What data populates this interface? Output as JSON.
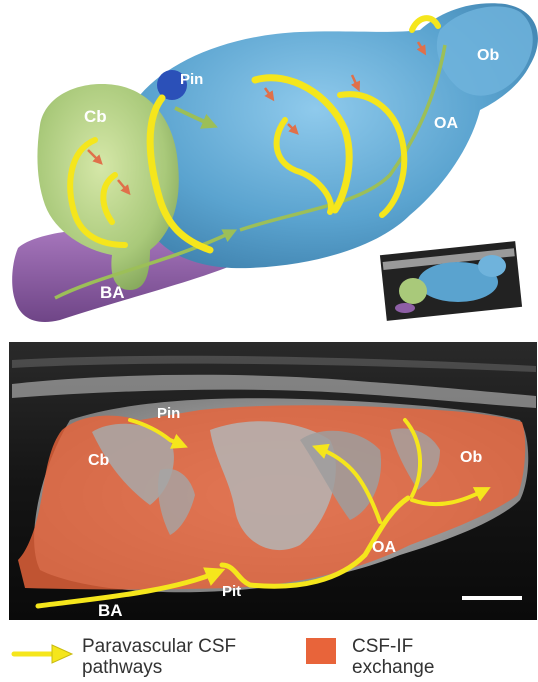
{
  "top_panel": {
    "labels": {
      "cb": "Cb",
      "pin": "Pin",
      "ob": "Ob",
      "oa": "OA",
      "ba": "BA"
    }
  },
  "bottom_panel": {
    "labels": {
      "pin": "Pin",
      "cb": "Cb",
      "ob": "Ob",
      "oa": "OA",
      "pit": "Pit",
      "ba": "BA"
    }
  },
  "legend": {
    "csf_pathways_line1": "Paravascular CSF",
    "csf_pathways_line2": "pathways",
    "exchange_line1": "CSF-IF",
    "exchange_line2": "exchange"
  },
  "colors": {
    "cerebrum": "#5aa3cf",
    "cerebellum": "#a9c97a",
    "brainstem": "#8e5fa6",
    "pathway": "#f5e61c",
    "exchange": "#e8643a",
    "tissue_gray": "#9a9a9a"
  }
}
